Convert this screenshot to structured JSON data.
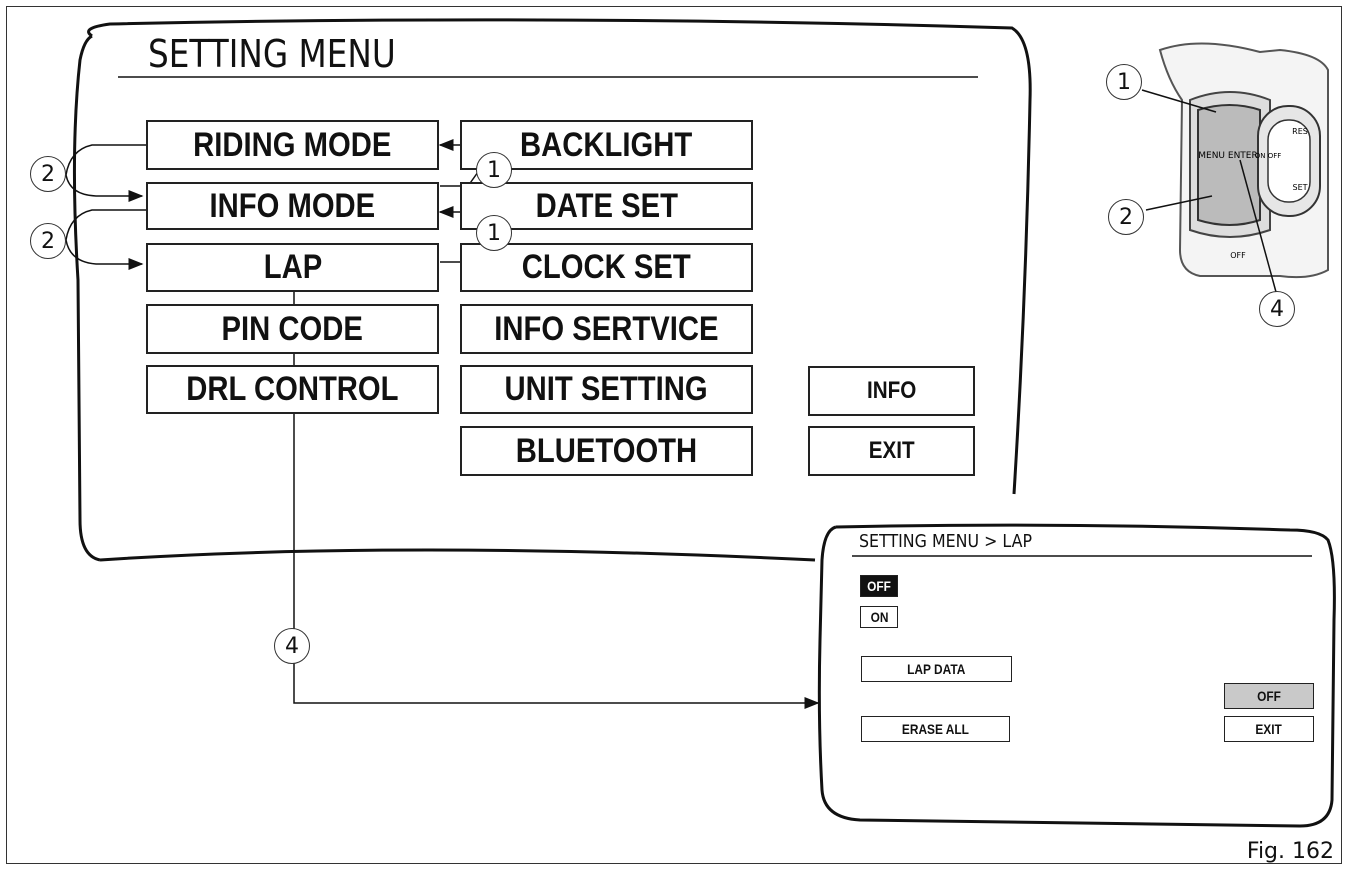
{
  "main_menu": {
    "title": "SETTING MENU",
    "left_column": [
      "RIDING MODE",
      "INFO MODE",
      "LAP",
      "PIN CODE",
      "DRL CONTROL"
    ],
    "right_column": [
      "BACKLIGHT",
      "DATE SET",
      "CLOCK SET",
      "INFO SERTVICE",
      "UNIT SETTING",
      "BLUETOOTH"
    ],
    "side_buttons": [
      "INFO",
      "EXIT"
    ]
  },
  "sub_menu": {
    "title": "SETTING MENU > LAP",
    "toggle_off": "OFF",
    "toggle_on": "ON",
    "lap_data": "LAP DATA",
    "erase_all": "ERASE ALL",
    "off_button": "OFF",
    "exit_button": "EXIT"
  },
  "callouts": {
    "one": "1",
    "two": "2",
    "four": "4"
  },
  "controller": {
    "menu_enter_label": "MENU ENTER",
    "res_label": "RES",
    "set_label": "SET",
    "on_off_label": "ON OFF",
    "off_label": "OFF"
  },
  "figure_label": "Fig. 162"
}
